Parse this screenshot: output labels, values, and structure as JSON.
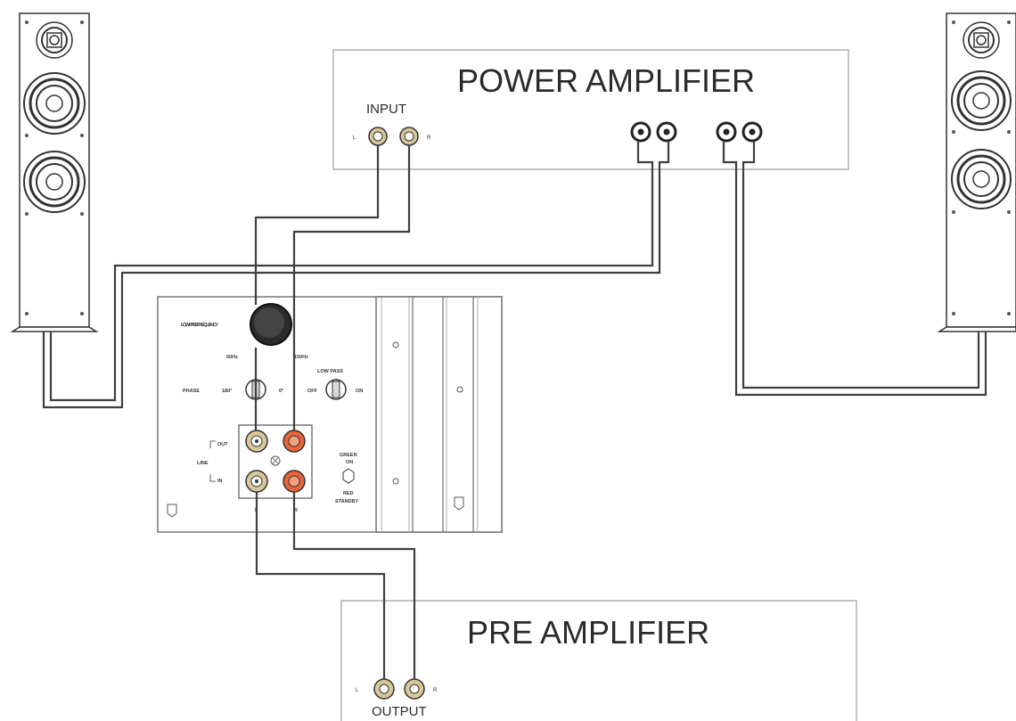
{
  "power_amplifier": {
    "title": "POWER AMPLIFIER",
    "input_label": "INPUT",
    "left_mark": "L",
    "right_mark": "R"
  },
  "pre_amplifier": {
    "title": "PRE AMPLIFIER",
    "output_label": "OUTPUT",
    "left_mark": "L",
    "right_mark": "R"
  },
  "subwoofer_panel": {
    "low_pass_frequency_label": "LOW PASS FREQUENCY",
    "freq_min": "50Hz",
    "freq_max": "150Hz",
    "phase_label": "PHASE",
    "phase_180": "180°",
    "phase_0": "0°",
    "low_pass_label": "LOW PASS",
    "off_label": "OFF",
    "on_label": "ON",
    "line_label": "LINE",
    "out_label": "OUT",
    "in_label": "IN",
    "green_label": "GREEN",
    "green_state": "ON",
    "red_label": "RED",
    "red_state": "STANDBY",
    "l_mark": "L",
    "r_mark": "R"
  },
  "colors": {
    "cable": "#3f3f3f",
    "rca_left": "#d9c79a",
    "rca_right": "#e8643a",
    "knob": "#2b2b2b"
  }
}
